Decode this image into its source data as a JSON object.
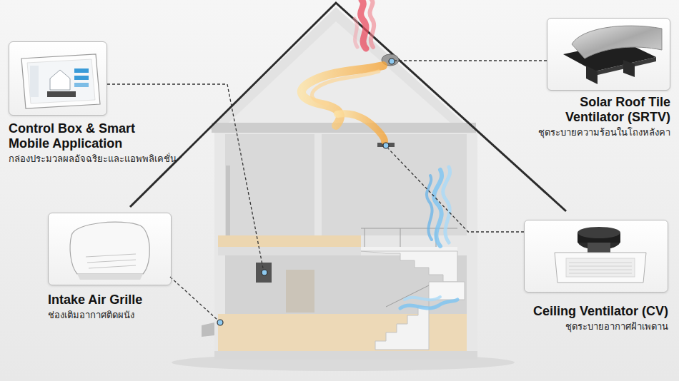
{
  "diagram": {
    "nodes": [
      {
        "text": [
          "Control Box & Smart Mobile Application",
          "กล่องประมวลผลอัจฉริยะและแอพพลิเคชั่น"
        ]
      },
      {
        "text": [
          "Solar Roof Tile Ventilator (SRTV)",
          "ชุดระบายความร้อนในโถงหลังคา"
        ]
      },
      {
        "text": [
          "Intake Air Grille",
          "ช่องเติมอากาศติดผนัง"
        ]
      },
      {
        "text": [
          "Ceiling Ventilator (CV)",
          "ชุดระบายอากาศฝ้าเพดาน"
        ]
      }
    ]
  }
}
